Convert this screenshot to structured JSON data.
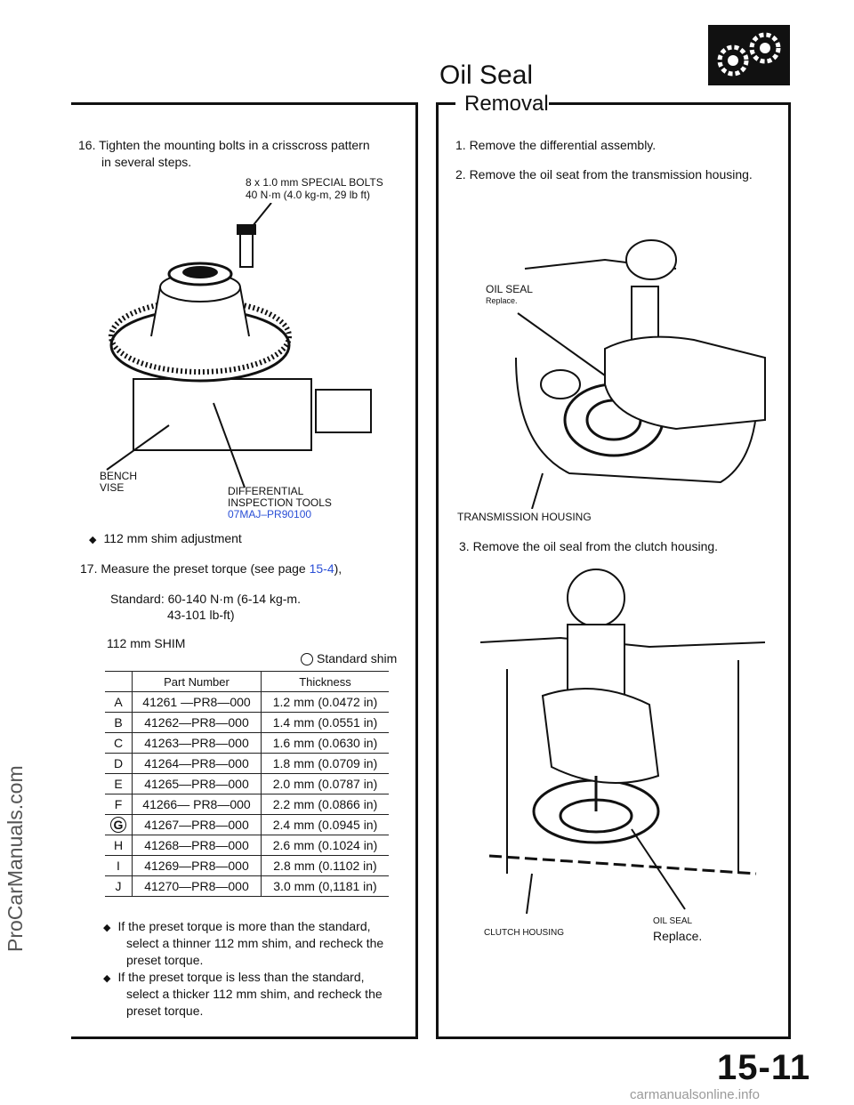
{
  "watermark": "ProCarManuals.com",
  "header": {
    "title": "Oil Seal",
    "section": "Removal"
  },
  "left": {
    "step16": "16. Tighten the mounting bolts in a crisscross pattern",
    "step16_cont": "in several steps.",
    "bolts_label": "8 x 1.0 mm SPECIAL BOLTS",
    "bolts_torque": "40 N·m (4.0 kg-m, 29 lb ft)",
    "bench_vise_1": "BENCH",
    "bench_vise_2": "VISE",
    "tool_1": "DIFFERENTIAL",
    "tool_2": "INSPECTION TOOLS",
    "tool_number": "07MAJ–PR90100",
    "shim_adjust": "112 mm shim adjustment",
    "step17_pre": "17. Measure the preset torque (see page",
    "step17_link": "15-4",
    "step17_post": "),",
    "standard_1": "Standard: 60-140 N·m (6-14 kg-m.",
    "standard_2": "43-101 lb-ft)",
    "shim_title": "112 mm SHIM",
    "standard_shim": "Standard shim",
    "table": {
      "headers": [
        "",
        "Part Number",
        "Thickness"
      ],
      "rows": [
        [
          "A",
          "41261 —PR8—000",
          "1.2 mm (0.0472 in)"
        ],
        [
          "B",
          "41262—PR8—000",
          "1.4 mm (0.0551 in)"
        ],
        [
          "C",
          "41263—PR8—000",
          "1.6 mm (0.0630 in)"
        ],
        [
          "D",
          "41264—PR8—000",
          "1.8 mm (0.0709 in)"
        ],
        [
          "E",
          "41265—PR8—000",
          "2.0 mm (0.0787 in)"
        ],
        [
          "F",
          "41266— PR8—000",
          "2.2 mm (0.0866 in)"
        ],
        [
          "G",
          "41267—PR8—000",
          "2.4 mm (0.0945 in)"
        ],
        [
          "H",
          "41268—PR8—000",
          "2.6 mm (0.1024 in)"
        ],
        [
          "I",
          "41269—PR8—000",
          "2.8 mm (0.1102 in)"
        ],
        [
          "J",
          "41270—PR8—000",
          "3.0 mm (0,1181 in)"
        ]
      ]
    },
    "note1_a": "If the preset torque is more than the standard,",
    "note1_b": "select a thinner 112 mm shim, and recheck the",
    "note1_c": "preset torque.",
    "note2_a": "If the preset torque is less than the standard,",
    "note2_b": "select a thicker 112 mm shim, and recheck the",
    "note2_c": "preset torque."
  },
  "right": {
    "step1": "1. Remove the differential assembly.",
    "step2": "2. Remove the oil seat from the transmission housing.",
    "oil_seal_1": "OIL SEAL",
    "replace_1": "Replace.",
    "trans_housing": "TRANSMISSION HOUSING",
    "step3": "3. Remove the oil seal from the clutch housing.",
    "clutch_housing": "CLUTCH HOUSING",
    "oil_seal_2": "OIL SEAL",
    "replace_2": "Replace."
  },
  "page_number": "15-11",
  "footer": "carmanualsonline.info"
}
